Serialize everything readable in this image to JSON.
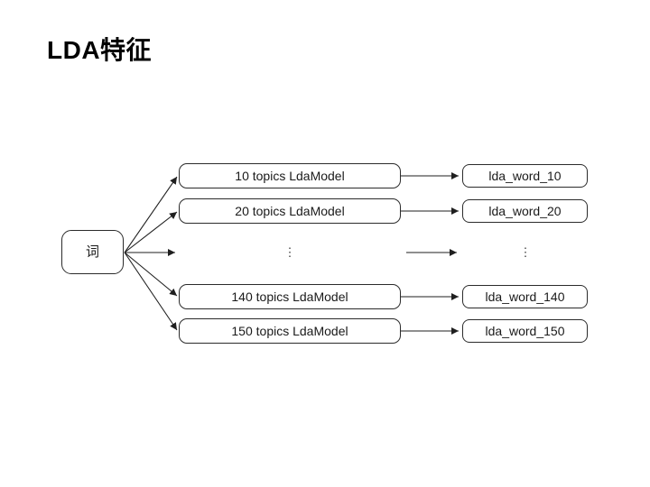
{
  "slide": {
    "title": "LDA特征"
  },
  "diagram": {
    "source_label": "词",
    "model_boxes": [
      "10 topics LdaModel",
      "20 topics LdaModel",
      "140 topics LdaModel",
      "150 topics LdaModel"
    ],
    "output_boxes": [
      "lda_word_10",
      "lda_word_20",
      "lda_word_140",
      "lda_word_150"
    ],
    "ellipsis": "⋮"
  },
  "colors": {
    "line": "#1f1f1f",
    "box_border": "#2b2b2b",
    "box_fill": "#ffffff",
    "text": "#1a1a1a",
    "background": "#ffffff"
  }
}
